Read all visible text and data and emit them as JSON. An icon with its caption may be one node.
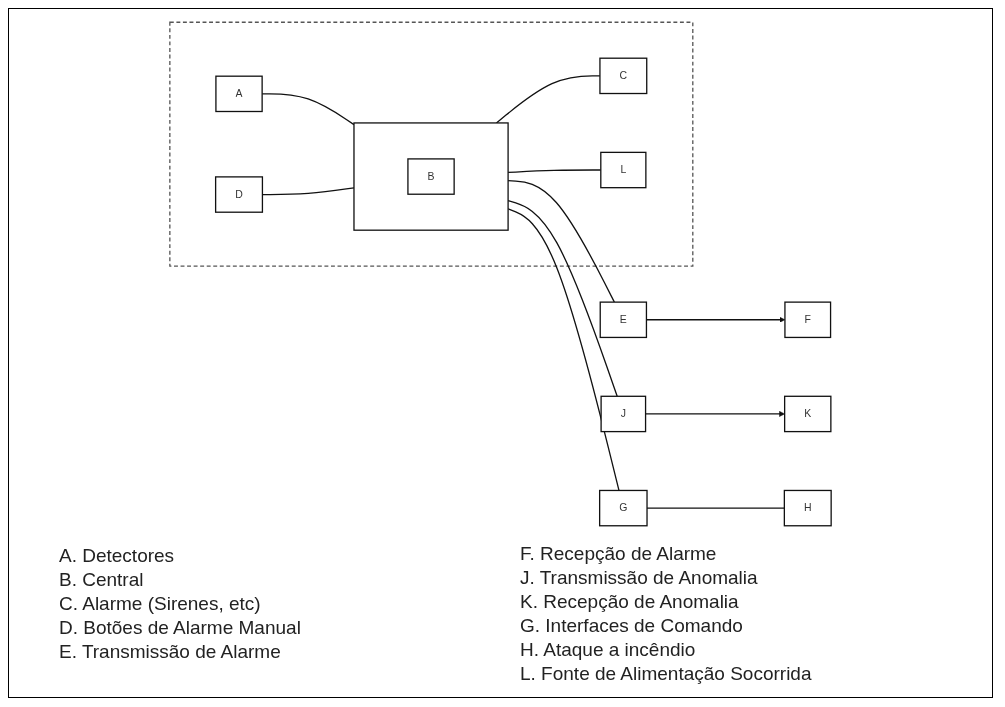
{
  "diagram": {
    "nodes": [
      {
        "text": [],
        "shape": "box"
      },
      {
        "text": [
          "A"
        ],
        "in": 0
      },
      {
        "text": [
          "D"
        ],
        "in": 0
      },
      {
        "text": [],
        "shape": "box",
        "in": 0
      },
      {
        "text": [
          "B"
        ],
        "in": 3
      },
      {
        "text": [
          "C"
        ],
        "in": 0
      },
      {
        "text": [
          "L"
        ],
        "in": 0
      },
      {
        "text": [
          "E"
        ]
      },
      {
        "text": [
          "J"
        ]
      },
      {
        "text": [
          "G"
        ]
      },
      {
        "text": [
          "F"
        ]
      },
      {
        "text": [
          "K"
        ]
      },
      {
        "text": [
          "H"
        ]
      }
    ],
    "edges": [
      {
        "from": 1,
        "to": 3,
        "arrow": "none"
      },
      {
        "from": 2,
        "to": 3,
        "arrow": "none"
      },
      {
        "from": 3,
        "to": 5,
        "arrow": "none"
      },
      {
        "from": 3,
        "to": 6,
        "arrow": "none"
      },
      {
        "from": 3,
        "to": 7,
        "arrow": "none"
      },
      {
        "from": 3,
        "to": 8,
        "arrow": "none"
      },
      {
        "from": 3,
        "to": 9,
        "arrow": "none"
      },
      {
        "from": 7,
        "to": 10,
        "arrow": "to"
      },
      {
        "from": 8,
        "to": 11,
        "arrow": "to"
      },
      {
        "from": 9,
        "to": 12,
        "arrow": "none"
      }
    ],
    "labels": [
      "A. Detectores",
      "B. Central",
      "C. Alarme (Sirenes, etc)",
      "D. Botões de Alarme Manual",
      "E. Transmissão de Alarme",
      "F. Recepção de Alarme",
      "J. Transmissão de Anomalia",
      "K. Recepção de Anomalia",
      "G. Interfaces de Comando",
      "H. Ataque a incêndio",
      "L. Fonte de Alimentação Socorrida"
    ]
  }
}
